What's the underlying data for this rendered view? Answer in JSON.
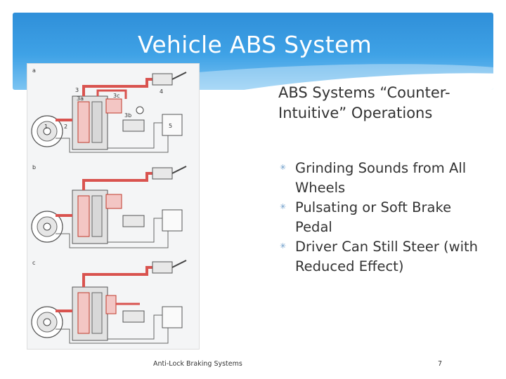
{
  "slide": {
    "title": "Vehicle ABS System",
    "heading": "ABS Systems “Counter-Intuitive” Operations",
    "bullets": [
      "Grinding Sounds from All Wheels",
      "Pulsating or Soft  Brake Pedal",
      "Driver Can Still Steer (with Reduced Effect)"
    ],
    "bullet_icon": "asterisk-icon",
    "footer_text": "Anti-Lock Braking Systems",
    "page_number": "7"
  },
  "diagram": {
    "panel_labels": [
      "a",
      "b",
      "c"
    ],
    "component_labels": [
      "1",
      "2",
      "3",
      "3a",
      "3c",
      "3b",
      "4",
      "5"
    ]
  },
  "colors": {
    "banner_top": "#2f8fd9",
    "banner_bottom": "#7cc4f2",
    "brake_line": "#d9534f",
    "text": "#333333"
  }
}
